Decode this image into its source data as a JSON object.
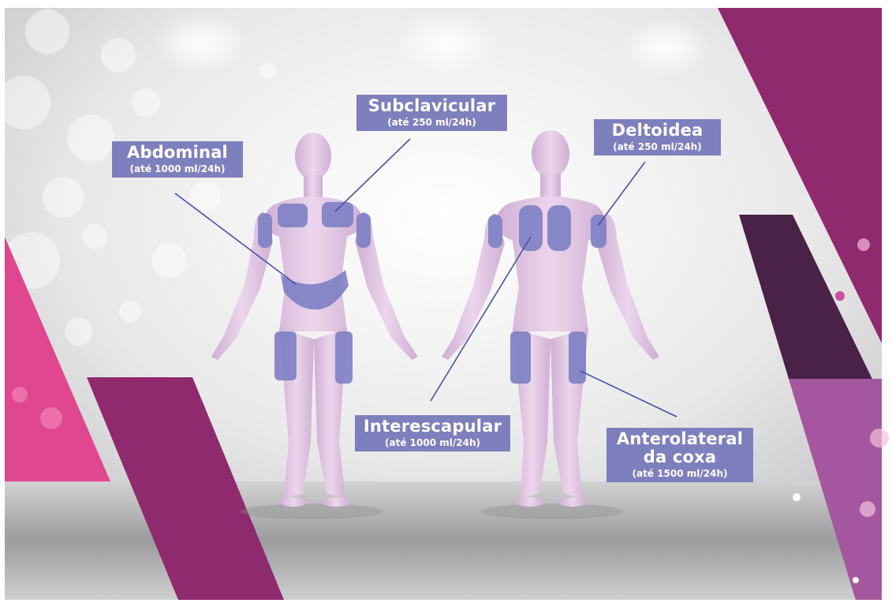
{
  "labels": {
    "abdominal": {
      "title": "Abdominal",
      "volume": "(até 1000 ml/24h)"
    },
    "subclavicular": {
      "title": "Subclavicular",
      "volume": "(até 250 ml/24h)"
    },
    "deltoidea": {
      "title": "Deltoidea",
      "volume": "(até 250 ml/24h)"
    },
    "interescapular": {
      "title": "Interescapular",
      "volume": "(até 1000 ml/24h)"
    },
    "anterolateral": {
      "title_line1": "Anterolateral",
      "title_line2": "da coxa",
      "volume": "(até 1500 ml/24h)"
    }
  },
  "colors": {
    "label_fill": "#7e7fbd",
    "site_fill": "#7d7fc4",
    "body_skin": "#dec2e0",
    "leader_line": "#4a4fa8",
    "magenta": "#8f2a6e",
    "pink": "#e0478f",
    "dark_plum": "#4a2147",
    "violet": "#a4579e"
  },
  "figures": [
    "front-view-figure",
    "back-view-figure"
  ]
}
